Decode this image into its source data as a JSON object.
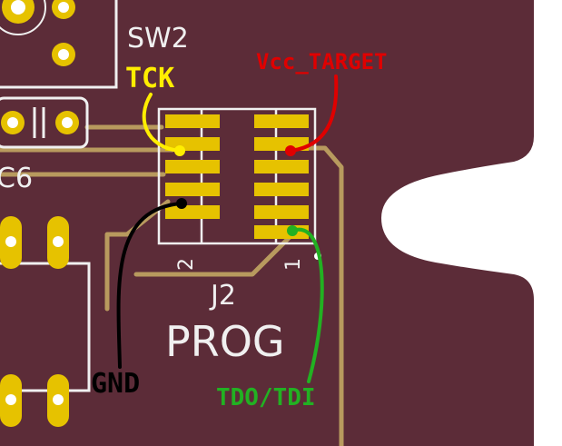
{
  "board": {
    "silkscreen": {
      "switch_ref": "SW2",
      "cap_ref": "C6",
      "connector_ref": "J2",
      "connector_value": "PROG",
      "pin_2_marker": "2",
      "pin_1_marker": "1"
    },
    "colors": {
      "substrate": "#5c2c38",
      "copper_trace": "#b89a5e",
      "pads": "#e6c200",
      "silkscreen": "#f0f0f0",
      "background": "#ffffff"
    }
  },
  "annotations": [
    {
      "id": "tck",
      "text": "TCK",
      "color": "#ffee00"
    },
    {
      "id": "vcc",
      "text": "Vcc_TARGET",
      "color": "#e00000"
    },
    {
      "id": "gnd",
      "text": "GND",
      "color": "#000000"
    },
    {
      "id": "tdo",
      "text": "TDO/TDI",
      "color": "#22b122"
    }
  ]
}
